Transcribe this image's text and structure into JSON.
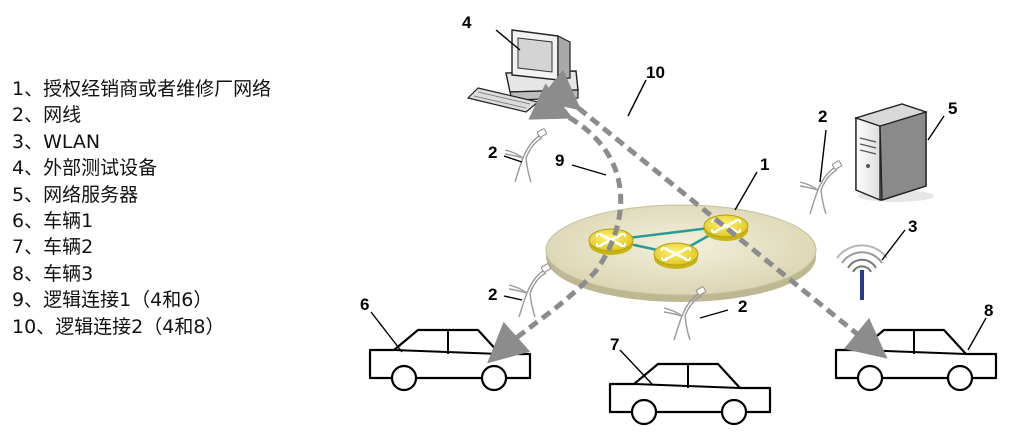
{
  "legend": [
    "1、授权经销商或者维修厂网络",
    "2、网线",
    "3、WLAN",
    "4、外部测试设备",
    "5、网络服务器",
    "6、车辆1",
    "7、车辆2",
    "8、车辆3",
    "9、逻辑连接1（4和6）",
    "10、逻辑连接2（4和8）"
  ],
  "callouts": {
    "n1": "1",
    "n2a": "2",
    "n2b": "2",
    "n2c": "2",
    "n2d": "2",
    "n3": "3",
    "n4": "4",
    "n5": "5",
    "n6": "6",
    "n7": "7",
    "n8": "8",
    "n9": "9",
    "n10": "10"
  },
  "colors": {
    "network_disc": "#e8e4c6",
    "router": "#f2e23a",
    "link": "#2a9a94",
    "dashed_path": "#8c8c8c",
    "antenna": "#2a3a8c"
  }
}
